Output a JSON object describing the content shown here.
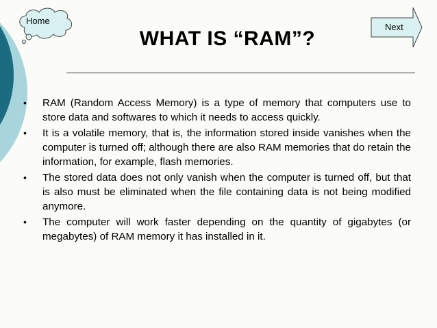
{
  "nav": {
    "home_label": "Home",
    "next_label": "Next"
  },
  "slide": {
    "title": "WHAT IS “RAM”?",
    "bullet_char": "•",
    "bullets": [
      "RAM (Random Access Memory) is a type of memory that computers use to store data and softwares to which it needs to access quickly.",
      "It is a volatile memory, that is, the information stored inside vanishes when the computer is turned off; although there are also RAM memories that do retain the information, for example, flash memories.",
      "The stored data does not only vanish when the computer is turned off, but that is also must be eliminated when the file containing data is not being modified anymore.",
      "The computer will work faster depending on the quantity of gigabytes (or megabytes) of RAM memory it has installed in it."
    ]
  },
  "colors": {
    "background": "#fbfbf7",
    "circle_dark": "#1b6c80",
    "circle_light": "#a8d4dc",
    "button_fill": "#d9f1f1"
  }
}
